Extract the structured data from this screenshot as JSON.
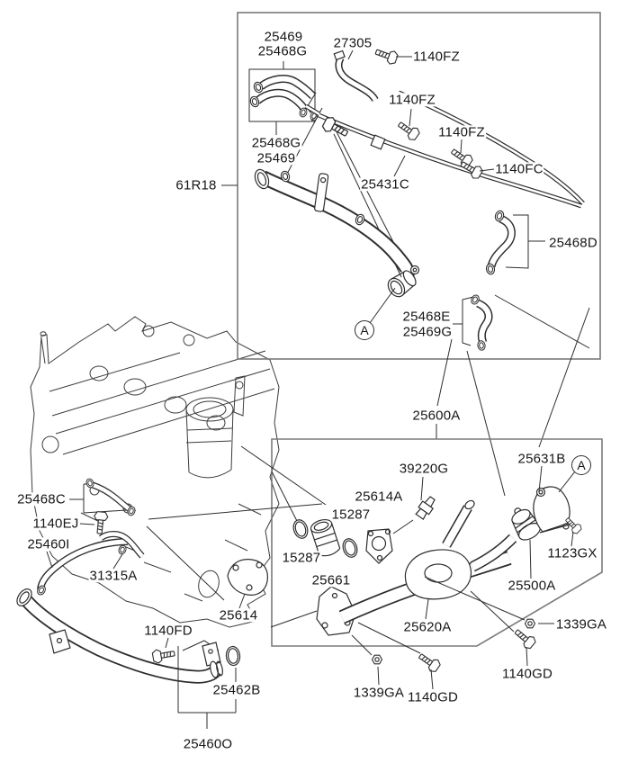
{
  "diagram": {
    "colors": {
      "background": "#ffffff",
      "line": "#2e2e2e",
      "box_border": "#7a7a7a",
      "text": "#161616"
    },
    "icons": {
      "bolt-icon": "hex-head bolt with threaded shaft",
      "nut-icon": "hex flange nut",
      "clamp-icon": "hose clamp ring",
      "o-ring-icon": "o-ring seal",
      "callout-icon": "circled letter marker"
    },
    "labels": [
      {
        "text": "25469"
      },
      {
        "text": "25468G"
      },
      {
        "text": "27305"
      },
      {
        "text": "1140FZ"
      },
      {
        "text": "1140FZ"
      },
      {
        "text": "1140FZ"
      },
      {
        "text": "1140FC"
      },
      {
        "text": "25468G"
      },
      {
        "text": "25469"
      },
      {
        "text": "61R18"
      },
      {
        "text": "25431C"
      },
      {
        "text": "25468D"
      },
      {
        "text": "25468E"
      },
      {
        "text": "25469G"
      },
      {
        "text": "25600A"
      },
      {
        "text": "39220G"
      },
      {
        "text": "25631B"
      },
      {
        "text": "25614A"
      },
      {
        "text": "15287"
      },
      {
        "text": "25468C"
      },
      {
        "text": "1140EJ"
      },
      {
        "text": "25460I"
      },
      {
        "text": "31315A"
      },
      {
        "text": "1123GX"
      },
      {
        "text": "15287"
      },
      {
        "text": "25661"
      },
      {
        "text": "25500A"
      },
      {
        "text": "25614"
      },
      {
        "text": "25620A"
      },
      {
        "text": "1339GA"
      },
      {
        "text": "1140FD"
      },
      {
        "text": "1140GD"
      },
      {
        "text": "25462B"
      },
      {
        "text": "1339GA"
      },
      {
        "text": "1140GD"
      },
      {
        "text": "25460O"
      }
    ],
    "callouts": [
      {
        "text": "A"
      },
      {
        "text": "A"
      }
    ]
  }
}
